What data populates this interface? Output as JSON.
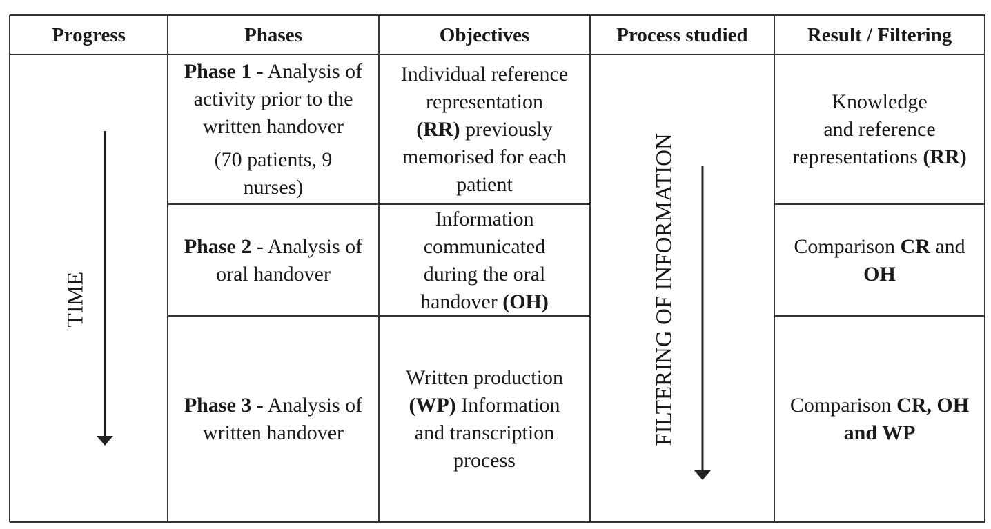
{
  "headers": {
    "progress": "Progress",
    "phases": "Phases",
    "objectives": "Objectives",
    "process": "Process studied",
    "result": "Result / Filtering"
  },
  "progress": {
    "label": "TIME"
  },
  "process": {
    "label": "FILTERING OF INFORMATION"
  },
  "rows": [
    {
      "phase_title": "Phase 1",
      "phase_line1": " - Analysis of",
      "phase_line2": "activity prior to the",
      "phase_line3": "written handover",
      "phase_note1": "(70 patients, 9",
      "phase_note2": "nurses)",
      "obj_line1": "Individual reference",
      "obj_line2": "representation",
      "obj_bold": "(RR)",
      "obj_line3_rest": " previously",
      "obj_line4": "memorised for each",
      "obj_line5": "patient",
      "res_line1": "Knowledge",
      "res_line2": "and reference",
      "res_line3": "representations ",
      "res_bold": "(RR)"
    },
    {
      "phase_title": "Phase 2",
      "phase_line1": " - Analysis of",
      "phase_line2": "oral handover",
      "obj_line1": "Information",
      "obj_line2": "communicated",
      "obj_line3": "during the oral",
      "obj_line4": "handover ",
      "obj_bold": "(OH)",
      "res_line1": "Comparison ",
      "res_bold1": "CR",
      "res_line1_end": " and",
      "res_bold2": "OH"
    },
    {
      "phase_title": "Phase 3",
      "phase_line1": " - Analysis of",
      "phase_line2": "written handover",
      "obj_line1": "Written production",
      "obj_bold": "(WP)",
      "obj_line2_rest": " Information",
      "obj_line3": "and transcription",
      "obj_line4": "process",
      "res_line1": "Comparison ",
      "res_bold1": "CR, OH",
      "res_bold2": "and WP"
    }
  ]
}
